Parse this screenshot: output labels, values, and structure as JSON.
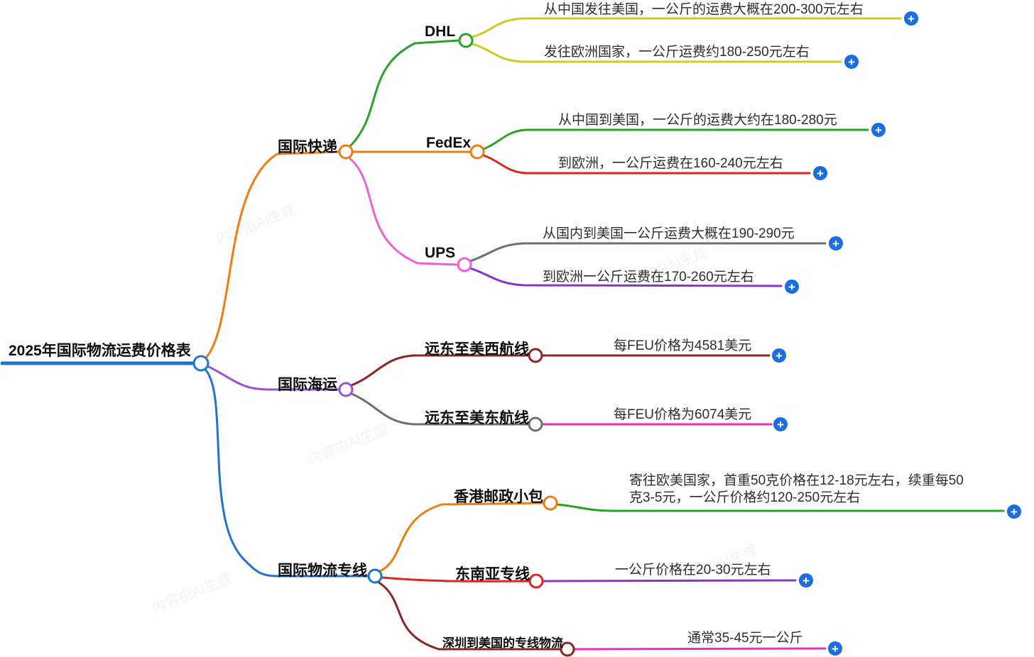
{
  "title": {
    "label": "2025年国际物流运费价格表"
  },
  "icons": {
    "plus": "+"
  },
  "watermark": "内容由AI生成",
  "colors": {
    "root_blue": "#2173cf",
    "expand_button_blue": "#1a6ee0",
    "orange": "#f27c14",
    "green": "#27a327",
    "yellow_green": "#cccc22",
    "red": "#e02424",
    "pink": "#f05fd5",
    "gray": "#6f6f6f",
    "purple": "#8436cc",
    "violet": "#9b52cf",
    "dark_red": "#8e2424",
    "magenta": "#ee2fb5"
  },
  "branches": [
    {
      "label": "国际快递",
      "children": [
        {
          "label": "DHL",
          "leaves": [
            {
              "lines": [
                "从中国发往美国，一公斤的运费大概在200-300元左右"
              ]
            },
            {
              "lines": [
                "发往欧洲国家，一公斤运费约180-250元左右"
              ]
            }
          ]
        },
        {
          "label": "FedEx",
          "leaves": [
            {
              "lines": [
                "从中国到美国，一公斤的运费大约在180-280元"
              ]
            },
            {
              "lines": [
                "到欧洲，一公斤运费在160-240元左右"
              ]
            }
          ]
        },
        {
          "label": "UPS",
          "leaves": [
            {
              "lines": [
                "从国内到美国一公斤运费大概在190-290元"
              ]
            },
            {
              "lines": [
                "到欧洲一公斤运费在170-260元左右"
              ]
            }
          ]
        }
      ]
    },
    {
      "label": "国际海运",
      "children": [
        {
          "label": "远东至美西航线",
          "leaves": [
            {
              "lines": [
                "每FEU价格为4581美元"
              ]
            }
          ]
        },
        {
          "label": "远东至美东航线",
          "leaves": [
            {
              "lines": [
                "每FEU价格为6074美元"
              ]
            }
          ]
        }
      ]
    },
    {
      "label": "国际物流专线",
      "children": [
        {
          "label": "香港邮政小包",
          "leaves": [
            {
              "lines": [
                "寄往欧美国家，首重50克价格在12-18元左右，续重每50",
                "克3-5元，一公斤价格约120-250元左右"
              ]
            }
          ]
        },
        {
          "label": "东南亚专线",
          "leaves": [
            {
              "lines": [
                "一公斤价格在20-30元左右"
              ]
            }
          ]
        },
        {
          "label": "深圳到美国的专线物流",
          "leaves": [
            {
              "lines": [
                "通常35-45元一公斤"
              ]
            }
          ]
        }
      ]
    }
  ]
}
